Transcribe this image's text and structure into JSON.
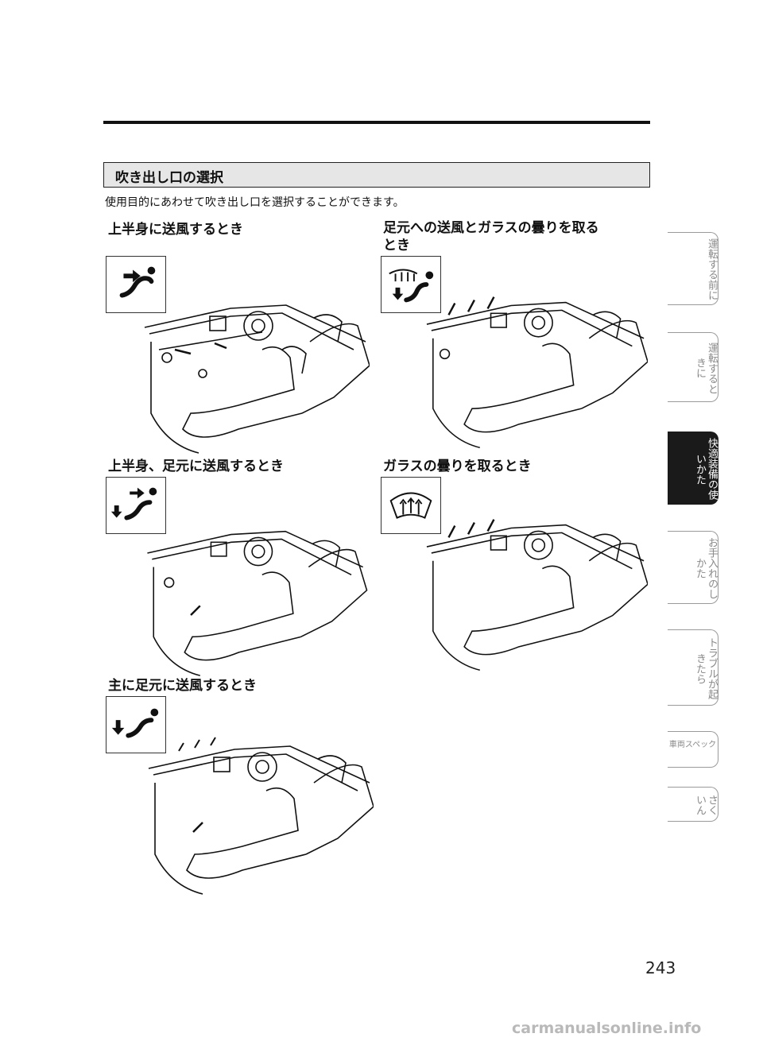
{
  "section": {
    "title": "吹き出し口の選択",
    "intro": "使用目的にあわせて吹き出し口を選択することができます。"
  },
  "modes": [
    {
      "heading": "上半身に送風するとき",
      "icon": "face-vent-icon"
    },
    {
      "heading": "足元への送風とガラスの曇りを取る\nとき",
      "icon": "foot-defrost-icon"
    },
    {
      "heading": "上半身、足元に送風するとき",
      "icon": "bilevel-icon"
    },
    {
      "heading": "ガラスの曇りを取るとき",
      "icon": "defrost-icon"
    },
    {
      "heading": "主に足元に送風するとき",
      "icon": "foot-vent-icon"
    }
  ],
  "tabs": [
    {
      "label": "運転する前に"
    },
    {
      "label": "運転するときに"
    },
    {
      "label": "快適装備の使いかた"
    },
    {
      "label": "お手入れのしかた"
    },
    {
      "label": "トラブルが起きたら"
    },
    {
      "label": "車両スペック"
    },
    {
      "label": "さくいん"
    }
  ],
  "page_number": "243",
  "footer": "carmanualsonline.info"
}
